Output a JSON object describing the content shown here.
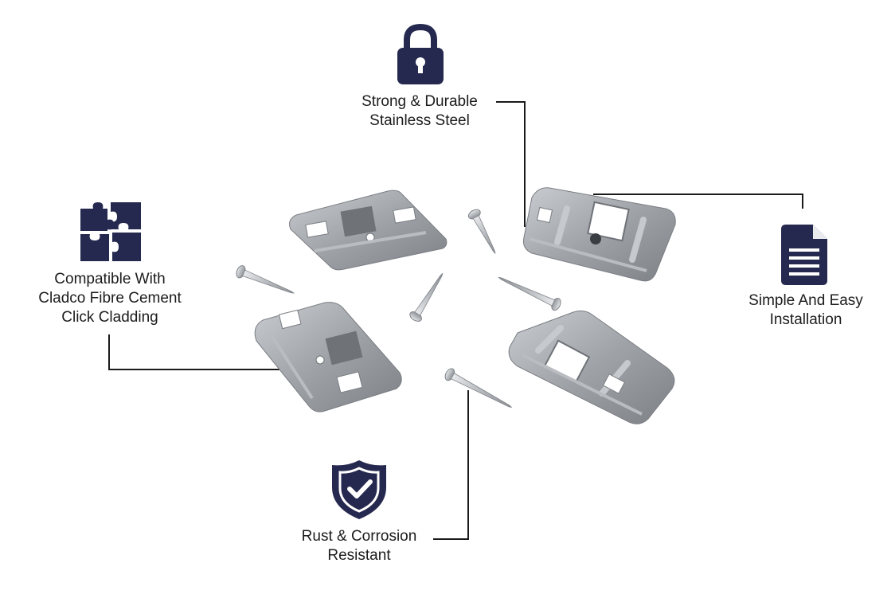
{
  "features": {
    "steel": {
      "icon": "lock-icon",
      "lines": [
        "Strong & Durable",
        "Stainless Steel"
      ]
    },
    "installation": {
      "icon": "document-icon",
      "lines": [
        "Simple And Easy",
        "Installation"
      ]
    },
    "compatible": {
      "icon": "puzzle-icon",
      "lines": [
        "Compatible With",
        "Cladco Fibre Cement",
        "Click Cladding"
      ]
    },
    "rust": {
      "icon": "shield-check-icon",
      "lines": [
        "Rust & Corrosion",
        "Resistant"
      ]
    }
  },
  "colors": {
    "icon_navy": "#26294f",
    "line": "#1a1a1a",
    "text": "#1c1c1c",
    "metal": "#9a9ea3"
  }
}
